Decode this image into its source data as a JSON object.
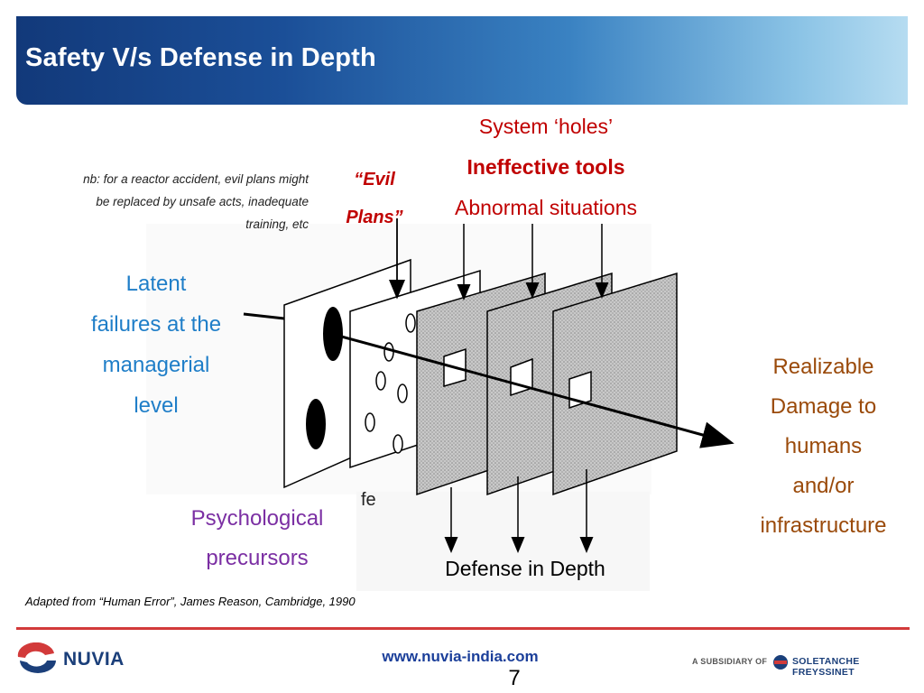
{
  "slide": {
    "title": "Safety V/s Defense in Depth",
    "page_number": "7"
  },
  "notes": {
    "nb_line1": "nb: for a reactor accident, evil plans might",
    "nb_line2": "be replaced by unsafe acts, inadequate",
    "nb_line3": "training, etc"
  },
  "labels": {
    "evil_line1": "“Evil",
    "evil_line2": "Plans”",
    "system_holes": "System ‘holes’",
    "ineffective_tools": "Ineffective tools",
    "abnormal_situations": "Abnormal situations",
    "latent_line1": "Latent",
    "latent_line2": "failures at the",
    "latent_line3": "managerial",
    "latent_line4": "level",
    "realizable_line1": "Realizable",
    "realizable_line2": "Damage to",
    "realizable_line3": "humans",
    "realizable_line4": "and/or",
    "realizable_line5": "infrastructure",
    "psych_line1": "Psychological",
    "psych_line2": "precursors",
    "defense_in_depth": "Defense in Depth",
    "plate_fragment": "fe"
  },
  "citation": "Adapted from “Human Error”, James Reason, Cambridge, 1990",
  "footer": {
    "brand": "NUVIA",
    "url": "www.nuvia-india.com",
    "subsidiary_prefix": "A SUBSIDIARY OF",
    "parent_company": "SOLETANCHE FREYSSINET"
  },
  "colors": {
    "title_gradient_start": "#12397a",
    "title_gradient_end": "#b6dcf1",
    "red_text": "#c00000",
    "blue_text": "#1f7ec8",
    "purple_text": "#7b2fa3",
    "brown_text": "#9a4a0a",
    "footer_rule": "#d23a3a"
  }
}
